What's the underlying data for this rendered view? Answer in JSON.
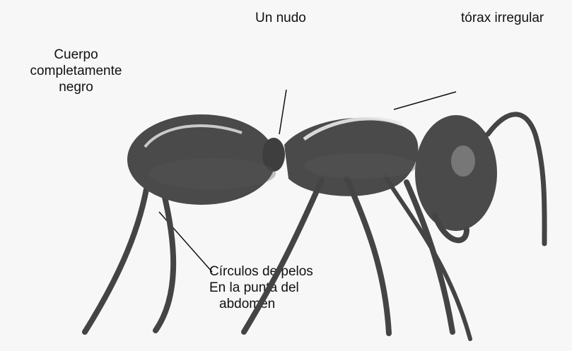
{
  "labels": {
    "body_black": [
      "Cuerpo",
      "completamente",
      "negro"
    ],
    "one_node": "Un nudo",
    "irregular_thorax": "tórax irregular",
    "hair_circles": [
      "Círculos de pelos",
      "En la punta del",
      "abdomen"
    ]
  },
  "colors": {
    "background": "#f7f7f7",
    "ant_body": "#4a4a4a",
    "ant_dark": "#333333",
    "highlight": "#f0f0f0",
    "line": "#111111"
  },
  "diagram": {
    "subject": "ant side view",
    "icon": "ant-illustration"
  }
}
